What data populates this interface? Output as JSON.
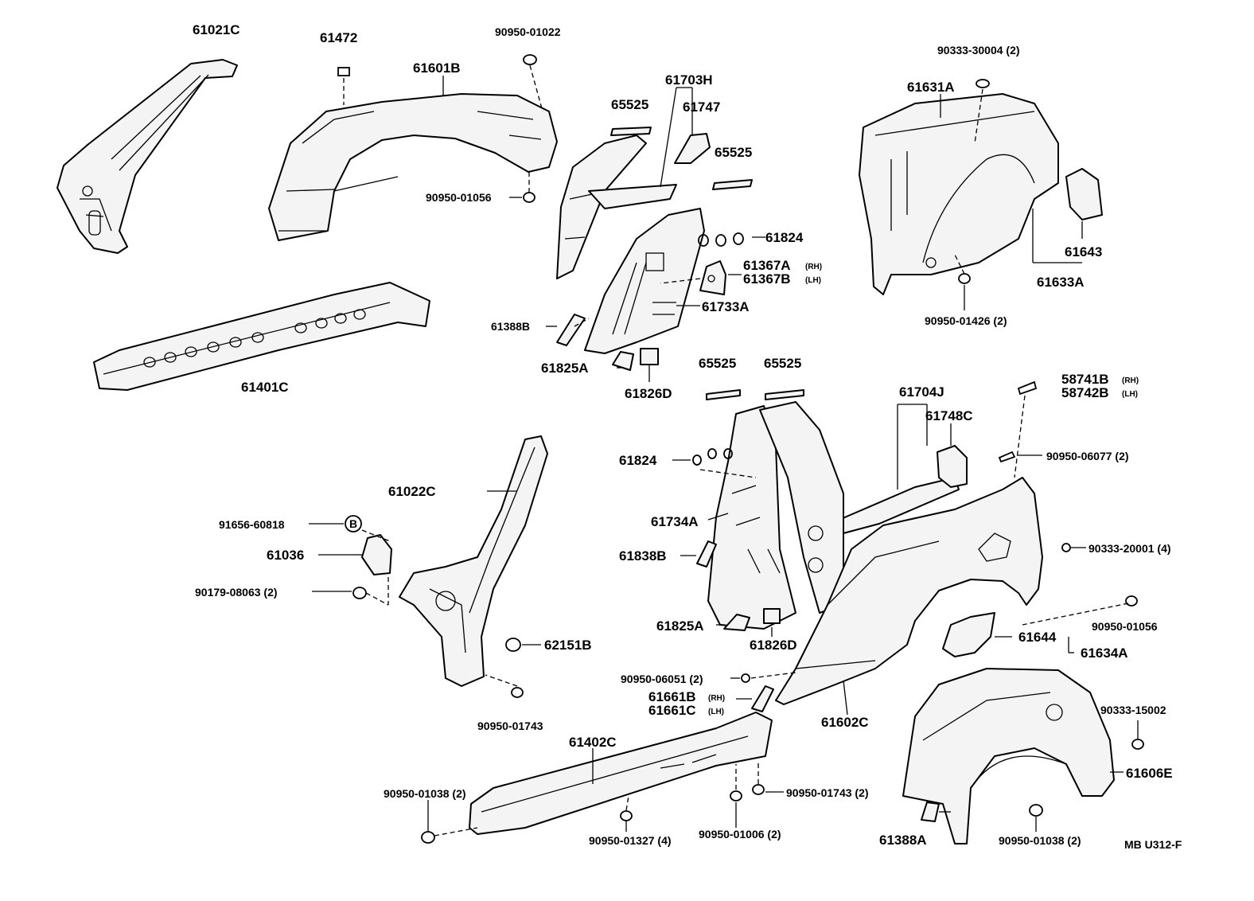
{
  "diagram": {
    "drawing_code": "MB U312-F",
    "parts": [
      {
        "id": "p61021c",
        "label": "61021C"
      },
      {
        "id": "p61472",
        "label": "61472"
      },
      {
        "id": "p61601b",
        "label": "61601B"
      },
      {
        "id": "p90950_01022",
        "label": "90950-01022"
      },
      {
        "id": "p90950_01056_a",
        "label": "90950-01056"
      },
      {
        "id": "p61401c",
        "label": "61401C"
      },
      {
        "id": "p61703h",
        "label": "61703H"
      },
      {
        "id": "p65525_a",
        "label": "65525"
      },
      {
        "id": "p61747",
        "label": "61747"
      },
      {
        "id": "p65525_b",
        "label": "65525"
      },
      {
        "id": "p61824_a",
        "label": "61824"
      },
      {
        "id": "p61367a",
        "label": "61367A",
        "tag": "(RH)"
      },
      {
        "id": "p61367b",
        "label": "61367B",
        "tag": "(LH)"
      },
      {
        "id": "p61733a",
        "label": "61733A"
      },
      {
        "id": "p61388b",
        "label": "61388B"
      },
      {
        "id": "p61825a_a",
        "label": "61825A"
      },
      {
        "id": "p61826d_a",
        "label": "61826D"
      },
      {
        "id": "p90333_30004",
        "label": "90333-30004 (2)"
      },
      {
        "id": "p61631a",
        "label": "61631A"
      },
      {
        "id": "p61643",
        "label": "61643"
      },
      {
        "id": "p61633a",
        "label": "61633A"
      },
      {
        "id": "p90950_01426",
        "label": "90950-01426 (2)"
      },
      {
        "id": "p65525_c",
        "label": "65525"
      },
      {
        "id": "p65525_d",
        "label": "65525"
      },
      {
        "id": "p61704j",
        "label": "61704J"
      },
      {
        "id": "p61748c",
        "label": "61748C"
      },
      {
        "id": "p58741b",
        "label": "58741B",
        "tag": "(RH)"
      },
      {
        "id": "p58742b",
        "label": "58742B",
        "tag": "(LH)"
      },
      {
        "id": "p90950_06077",
        "label": "90950-06077 (2)"
      },
      {
        "id": "p61824_b",
        "label": "61824"
      },
      {
        "id": "p61022c",
        "label": "61022C"
      },
      {
        "id": "p91656_60818",
        "label": "91656-60818"
      },
      {
        "id": "p61036",
        "label": "61036"
      },
      {
        "id": "p90179_08063",
        "label": "90179-08063 (2)"
      },
      {
        "id": "p61734a",
        "label": "61734A"
      },
      {
        "id": "p61838b",
        "label": "61838B"
      },
      {
        "id": "p90333_20001",
        "label": "90333-20001 (4)"
      },
      {
        "id": "p90950_01056_b",
        "label": "90950-01056"
      },
      {
        "id": "p61825a_b",
        "label": "61825A"
      },
      {
        "id": "p61826d_b",
        "label": "61826D"
      },
      {
        "id": "p61644",
        "label": "61644"
      },
      {
        "id": "p61634a",
        "label": "61634A"
      },
      {
        "id": "p62151b",
        "label": "62151B"
      },
      {
        "id": "p90950_01743_a",
        "label": "90950-01743"
      },
      {
        "id": "p90950_06051",
        "label": "90950-06051 (2)"
      },
      {
        "id": "p61661b",
        "label": "61661B",
        "tag": "(RH)"
      },
      {
        "id": "p61661c",
        "label": "61661C",
        "tag": "(LH)"
      },
      {
        "id": "p61602c",
        "label": "61602C"
      },
      {
        "id": "p90333_15002",
        "label": "90333-15002"
      },
      {
        "id": "p61402c",
        "label": "61402C"
      },
      {
        "id": "p61606e",
        "label": "61606E"
      },
      {
        "id": "p90950_01038_a",
        "label": "90950-01038 (2)"
      },
      {
        "id": "p90950_01743_b",
        "label": "90950-01743 (2)"
      },
      {
        "id": "p90950_01327",
        "label": "90950-01327 (4)"
      },
      {
        "id": "p90950_01006",
        "label": "90950-01006 (2)"
      },
      {
        "id": "p61388a",
        "label": "61388A"
      },
      {
        "id": "p90950_01038_b",
        "label": "90950-01038 (2)"
      }
    ],
    "plug_marker": "B"
  }
}
